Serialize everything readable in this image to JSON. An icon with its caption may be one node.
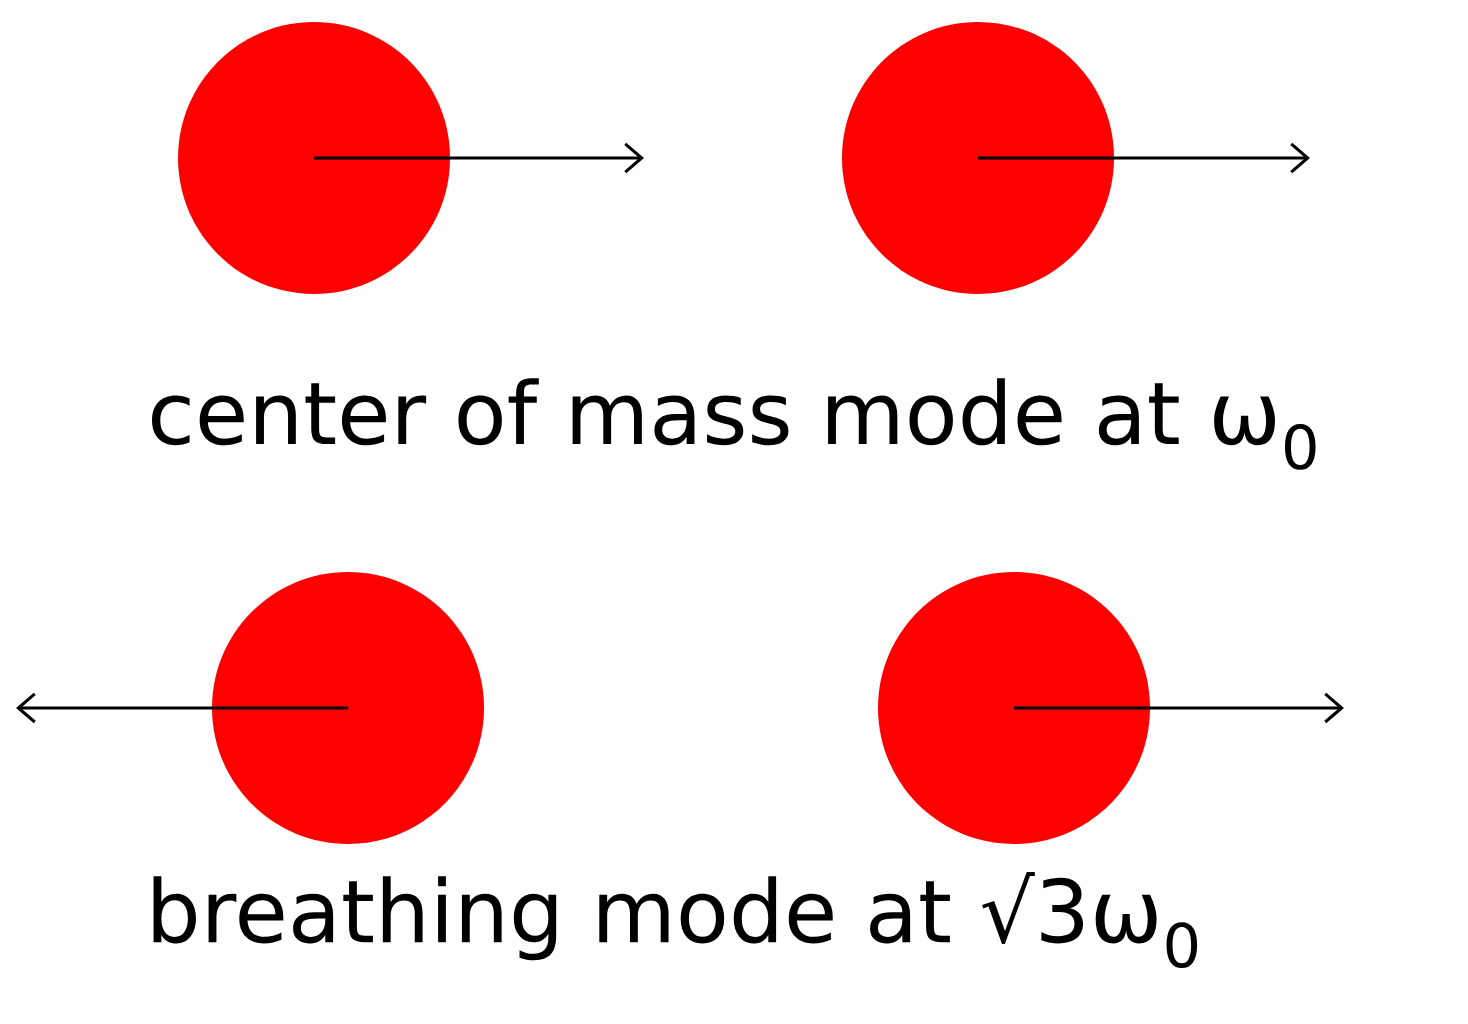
{
  "diagram": {
    "nodes": [
      {
        "text": [],
        "shape": "circle"
      },
      {
        "text": [],
        "shape": "circle"
      },
      {
        "text": [],
        "shape": "circle"
      },
      {
        "text": [],
        "shape": "circle"
      }
    ],
    "labels": [
      "center of mass mode at ω$_{0}$",
      "breathing mode at √3ω$_{0}$"
    ]
  }
}
